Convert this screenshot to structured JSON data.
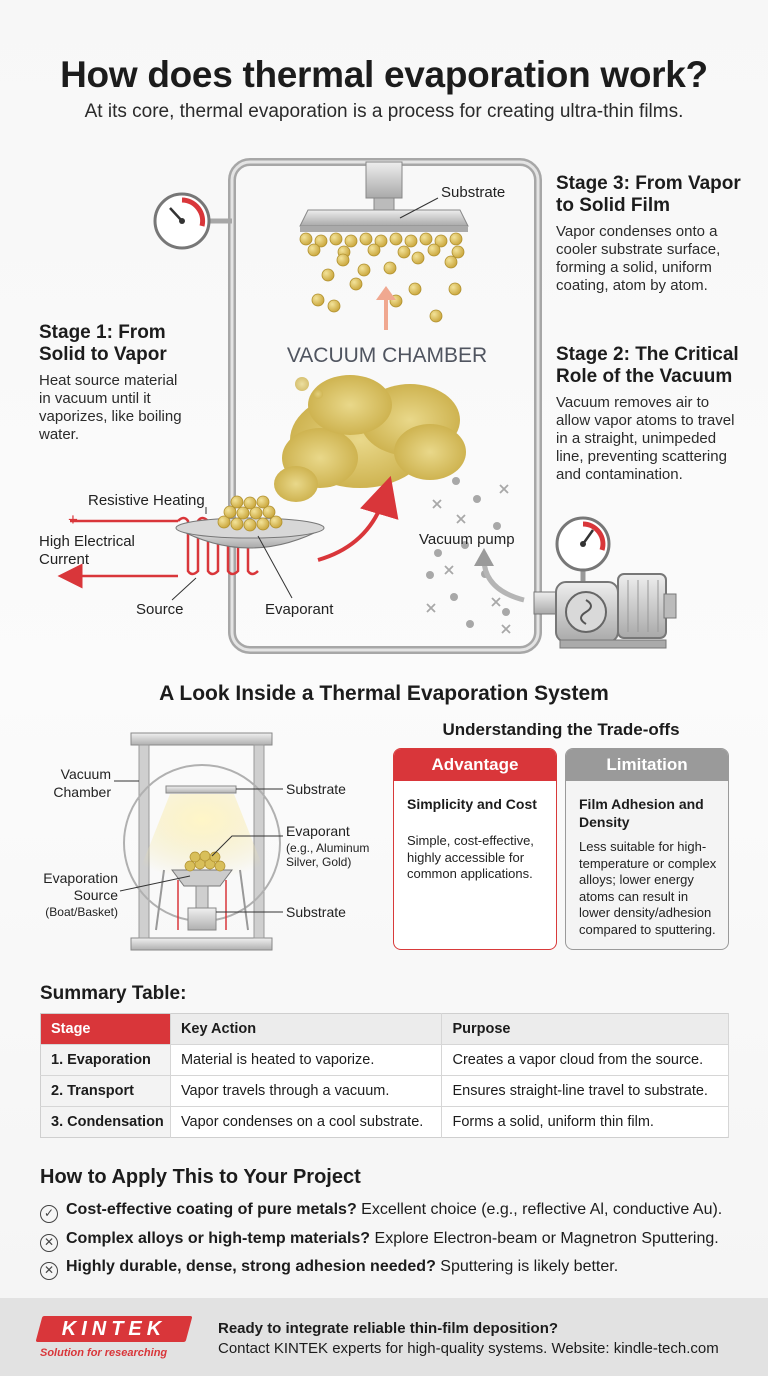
{
  "title": "How does thermal evaporation work?",
  "subtitle": "At its core, thermal evaporation is a process for creating ultra-thin films.",
  "diagram1": {
    "chamber_label": "VACUUM CHAMBER",
    "substrate_label": "Substrate",
    "resistive_heating": "Resistive Heating",
    "current_line1": "High Electrical",
    "current_line2": "Current",
    "plus_sign": "+",
    "minus_sign": "−",
    "source_label": "Source",
    "evaporant_label": "Evaporant",
    "vacuum_pump_label": "Vacuum pump"
  },
  "stages": [
    {
      "title_line1": "Stage 1: From",
      "title_line2": "Solid to Vapor",
      "desc": [
        "Heat source material",
        "in vacuum until it",
        "vaporizes, like boiling",
        "water."
      ]
    },
    {
      "title_line1": "Stage 2: The Critical",
      "title_line2": "Role of the Vacuum",
      "desc": [
        "Vacuum removes air to",
        "allow vapor atoms to travel",
        "in a straight, unimpeded",
        "line, preventing scattering",
        "and contamination."
      ]
    },
    {
      "title_line1": "Stage 3: From Vapor",
      "title_line2": "to Solid Film",
      "desc": [
        "Vapor condenses onto a",
        "cooler substrate surface,",
        "forming a solid, uniform",
        "coating, atom by atom."
      ]
    }
  ],
  "section2_title": "A Look Inside a Thermal Evaporation System",
  "diagram2": {
    "vacuum_line1": "Vacuum",
    "vacuum_line2": "Chamber",
    "substrate_top": "Substrate",
    "evaporant": "Evaporant",
    "evaporant_eg1": "(e.g., Aluminum,",
    "evaporant_eg2": "Silver, Gold)",
    "source_line1": "Evaporation",
    "source_line2": "Source",
    "source_line3": "(Boat/Basket)",
    "substrate_bottom": "Substrate"
  },
  "tradeoffs": {
    "title": "Understanding the Trade-offs",
    "advantage": {
      "header": "Advantage",
      "subtitle": "Simplicity and Cost",
      "body": [
        "Simple, cost-effective,",
        "highly accessible for",
        "common applications."
      ]
    },
    "limitation": {
      "header": "Limitation",
      "subtitle_line1": "Film Adhesion and",
      "subtitle_line2": "Density",
      "body": [
        "Less suitable for high-",
        "temperature or complex",
        "alloys; lower energy",
        "atoms can result in",
        "lower density/adhesion",
        "compared to sputtering."
      ]
    }
  },
  "summary": {
    "title": "Summary Table:",
    "headers": [
      "Stage",
      "Key Action",
      "Purpose"
    ],
    "rows": [
      [
        "1. Evaporation",
        "Material is heated to vaporize.",
        "Creates a vapor cloud from the source."
      ],
      [
        "2. Transport",
        "Vapor travels through a vacuum.",
        "Ensures straight-line travel to substrate."
      ],
      [
        "3. Condensation",
        "Vapor condenses on a cool substrate.",
        "Forms a solid, uniform thin film."
      ]
    ]
  },
  "apply": {
    "title": "How to Apply This to Your Project",
    "items": [
      {
        "icon": "check-circle-icon",
        "bold": "Cost-effective coating of pure metals?",
        "text": " Excellent choice (e.g., reflective Al, conductive Au)."
      },
      {
        "icon": "x-circle-icon",
        "bold": "Complex alloys or high-temp materials?",
        "text": " Explore Electron-beam or Magnetron Sputtering."
      },
      {
        "icon": "x-circle-icon",
        "bold": "Highly durable, dense, strong adhesion needed?",
        "text": " Sputtering is likely better."
      }
    ]
  },
  "footer": {
    "logo": "KINTEK",
    "tagline": "Solution for researching",
    "cta_line1": "Ready to integrate reliable thin-film deposition?",
    "cta_line2": "Contact KINTEK experts for high-quality systems. Website: kindle-tech.com"
  },
  "colors": {
    "accent_red": "#d9363a",
    "gold": "#d8bf5a",
    "gray": "#9a9a9a"
  }
}
